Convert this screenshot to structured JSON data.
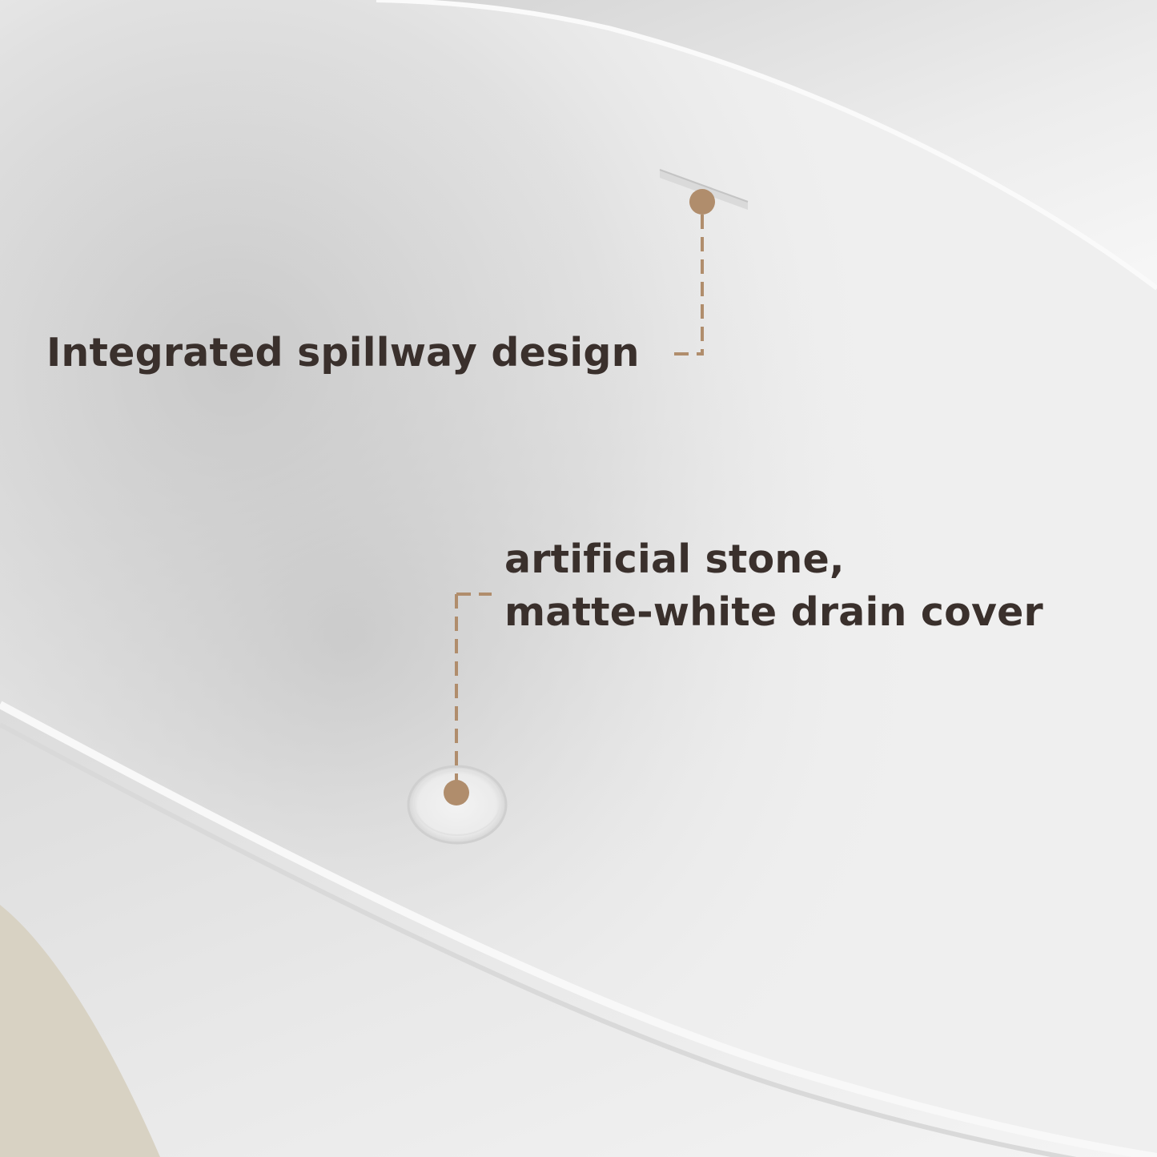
{
  "colors": {
    "background_beige": "#d8d2c3",
    "basin_white": "#f2f2f2",
    "basin_shadow": "#c9c9c9",
    "accent_tan": "#b08d6c",
    "text_dark_brown": "#3a302c"
  },
  "callouts": {
    "spillway": {
      "label": "Integrated spillway design",
      "icon": "spillway-slot-icon"
    },
    "drain": {
      "line1": "artificial stone,",
      "line2": "matte-white drain cover",
      "icon": "drain-cover-icon"
    }
  }
}
